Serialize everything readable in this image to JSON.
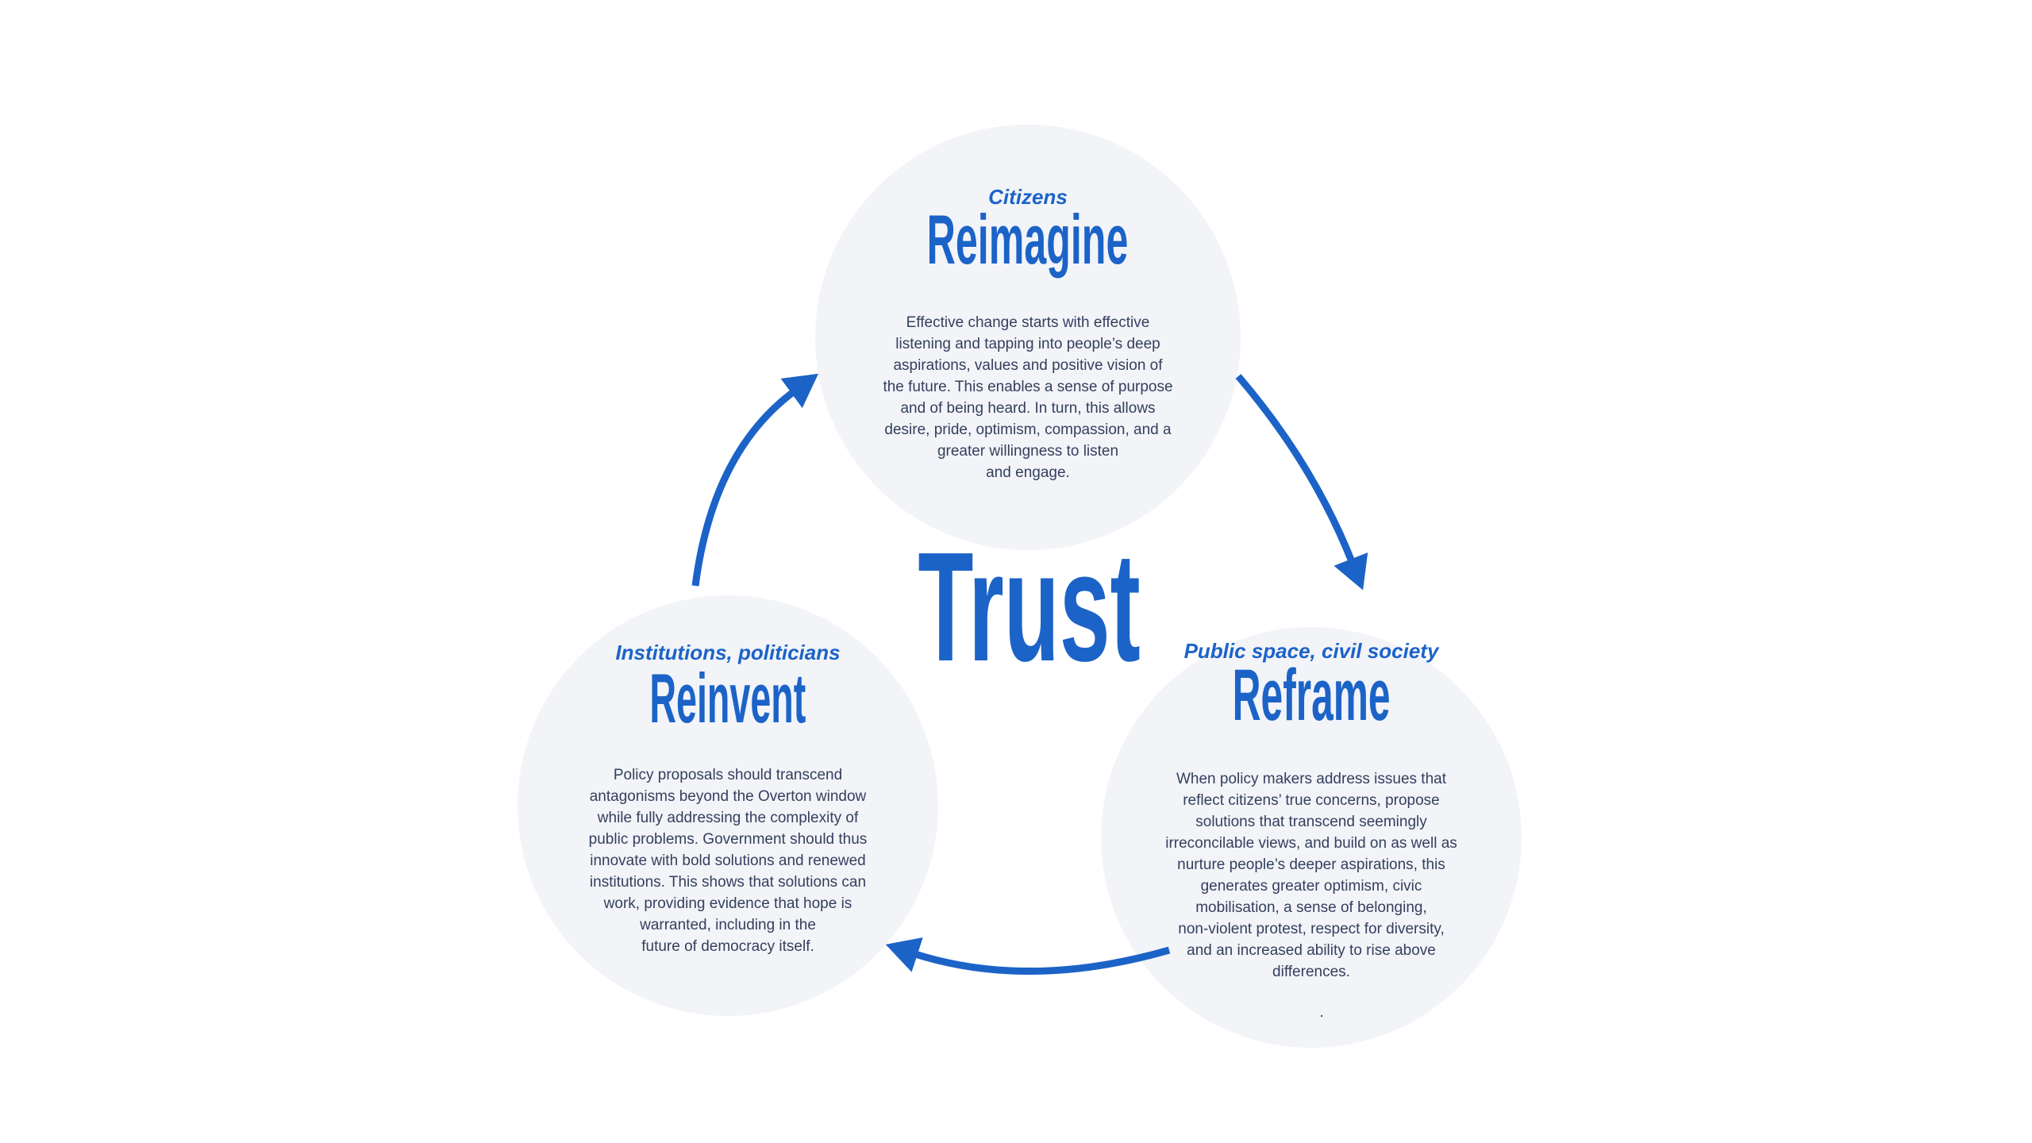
{
  "center": {
    "title": "Trust"
  },
  "nodes": [
    {
      "id": "reimagine",
      "label": "Citizens",
      "title": "Reimagine",
      "body_lines": [
        "Effective change starts with effective",
        "listening and tapping into people’s deep",
        "aspirations, values and positive vision of",
        "the future. This enables a sense of purpose",
        "and of being heard. In turn, this allows",
        "desire, pride, optimism, compassion, and a",
        "greater willingness to listen",
        "and engage."
      ]
    },
    {
      "id": "reinvent",
      "label": "Institutions, politicians",
      "title": "Reinvent",
      "body_lines": [
        "Policy proposals should transcend",
        "antagonisms beyond the Overton window",
        "while fully addressing the complexity of",
        "public problems. Government should thus",
        "innovate with bold solutions and renewed",
        "institutions. This shows that solutions can",
        "work, providing evidence that hope is",
        "warranted, including in the",
        "future of democracy itself."
      ]
    },
    {
      "id": "reframe",
      "label": "Public space, civil society",
      "title": "Reframe",
      "body_lines": [
        "When policy makers address issues that",
        "reflect citizens’ true concerns, propose",
        "solutions that transcend seemingly",
        "irreconcilable views, and build on as well as",
        "nurture people’s deeper aspirations, this",
        "generates greater optimism, civic",
        "mobilisation, a sense of belonging,",
        "non-violent protest, respect for diversity,",
        "and an increased ability to rise above",
        "differences."
      ]
    }
  ],
  "stray_mark": ".",
  "colors": {
    "accent": "#1C63C8",
    "body_text": "#343F5E",
    "circle_fill": "#F2F4F8",
    "background": "#FFFFFF"
  }
}
